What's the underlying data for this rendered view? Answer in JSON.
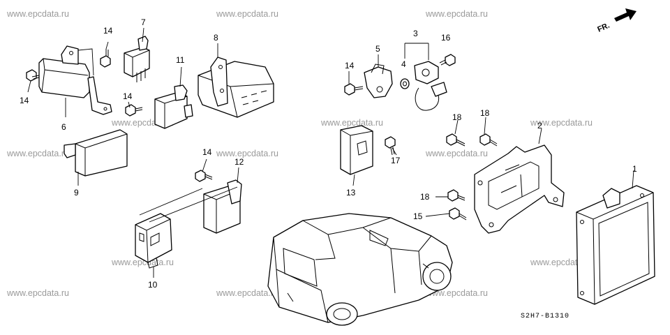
{
  "watermark": "www.epcdata.ru",
  "direction_label": "FR.",
  "drawing_code": "S2H7-B1310",
  "callouts": {
    "c1": "1",
    "c2": "2",
    "c3": "3",
    "c4": "4",
    "c5": "5",
    "c6": "6",
    "c7": "7",
    "c8": "8",
    "c9": "9",
    "c10": "10",
    "c11": "11",
    "c12": "12",
    "c13": "13",
    "c14a": "14",
    "c14b": "14",
    "c14c": "14",
    "c14d": "14",
    "c14e": "14",
    "c15": "15",
    "c16": "16",
    "c17": "17",
    "c18a": "18",
    "c18b": "18",
    "c18c": "18"
  },
  "colors": {
    "line": "#000000",
    "watermark": "#9a9a9a",
    "background": "#ffffff"
  }
}
